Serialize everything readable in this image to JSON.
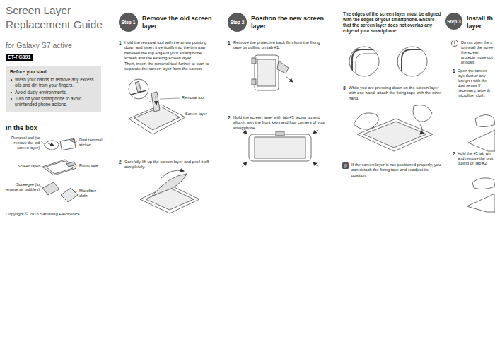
{
  "diagram": {
    "title": "Screen Layer Replacement Guide",
    "nodes": [
      {
        "text": [
          "ET-FG891"
        ]
      },
      {
        "text": [
          "Before you start",
          "Wash your hands to remove any excess oils and dirt from your fingers.",
          "Avoid dusty environments.",
          "Turn off your smartphone to avoid unintended phone actions."
        ]
      },
      {
        "text": [
          "Step 1",
          "Remove the old screen layer"
        ]
      },
      {
        "text": [
          "Step 2",
          "Position the new screen layer"
        ]
      },
      {
        "text": [
          "Step 3",
          "Install th layer"
        ]
      }
    ],
    "labels": [
      "for Galaxy S7 active",
      "In the box",
      "Removal tool (to remove the old screen layer)",
      "Dust removal sticker",
      "Screen layer",
      "Fixing tape",
      "Squeegee (to remove air bubbles)",
      "Microfiber cloth",
      "Copyright © 2016 Samsung Electronics",
      "1",
      "Hold the removal tool with the arrow pointing down and insert it vertically into the tiny gap between the top edge of your smartphone screen and the existing screen layer.",
      "Then, insert the removal tool further to start to separate the screen layer from the screen.",
      "Removal tool",
      "Screen layer",
      "2",
      "Carefully lift up the screen layer and peel it off completely.",
      "1",
      "Remove the protective back film from the fixing tape by pulling on tab #1.",
      "2",
      "Hold the screen layer with tab #3 facing up and align it with the front keys and four corners of your smartphone.",
      "The edges of the screen layer must be aligned with the edges of your smartphone. Ensure that the screen layer does not overlap any edge of your smartphone.",
      "3",
      "While you are pressing down on the screen layer with one hand, attach the fixing tape with the other hand.",
      "If the screen layer is not positioned properly, you can detach the fixing tape and readjust its position.",
      "Do not open the s to install the scree the screen protecto move out of positi",
      "1",
      "Open the screen laye dust or any foreign r with the dust remov If necessary, wipe th microfiber cloth.",
      "2",
      "Hold the #3 tab whi and remove the prot pulling on tab #2."
    ]
  }
}
